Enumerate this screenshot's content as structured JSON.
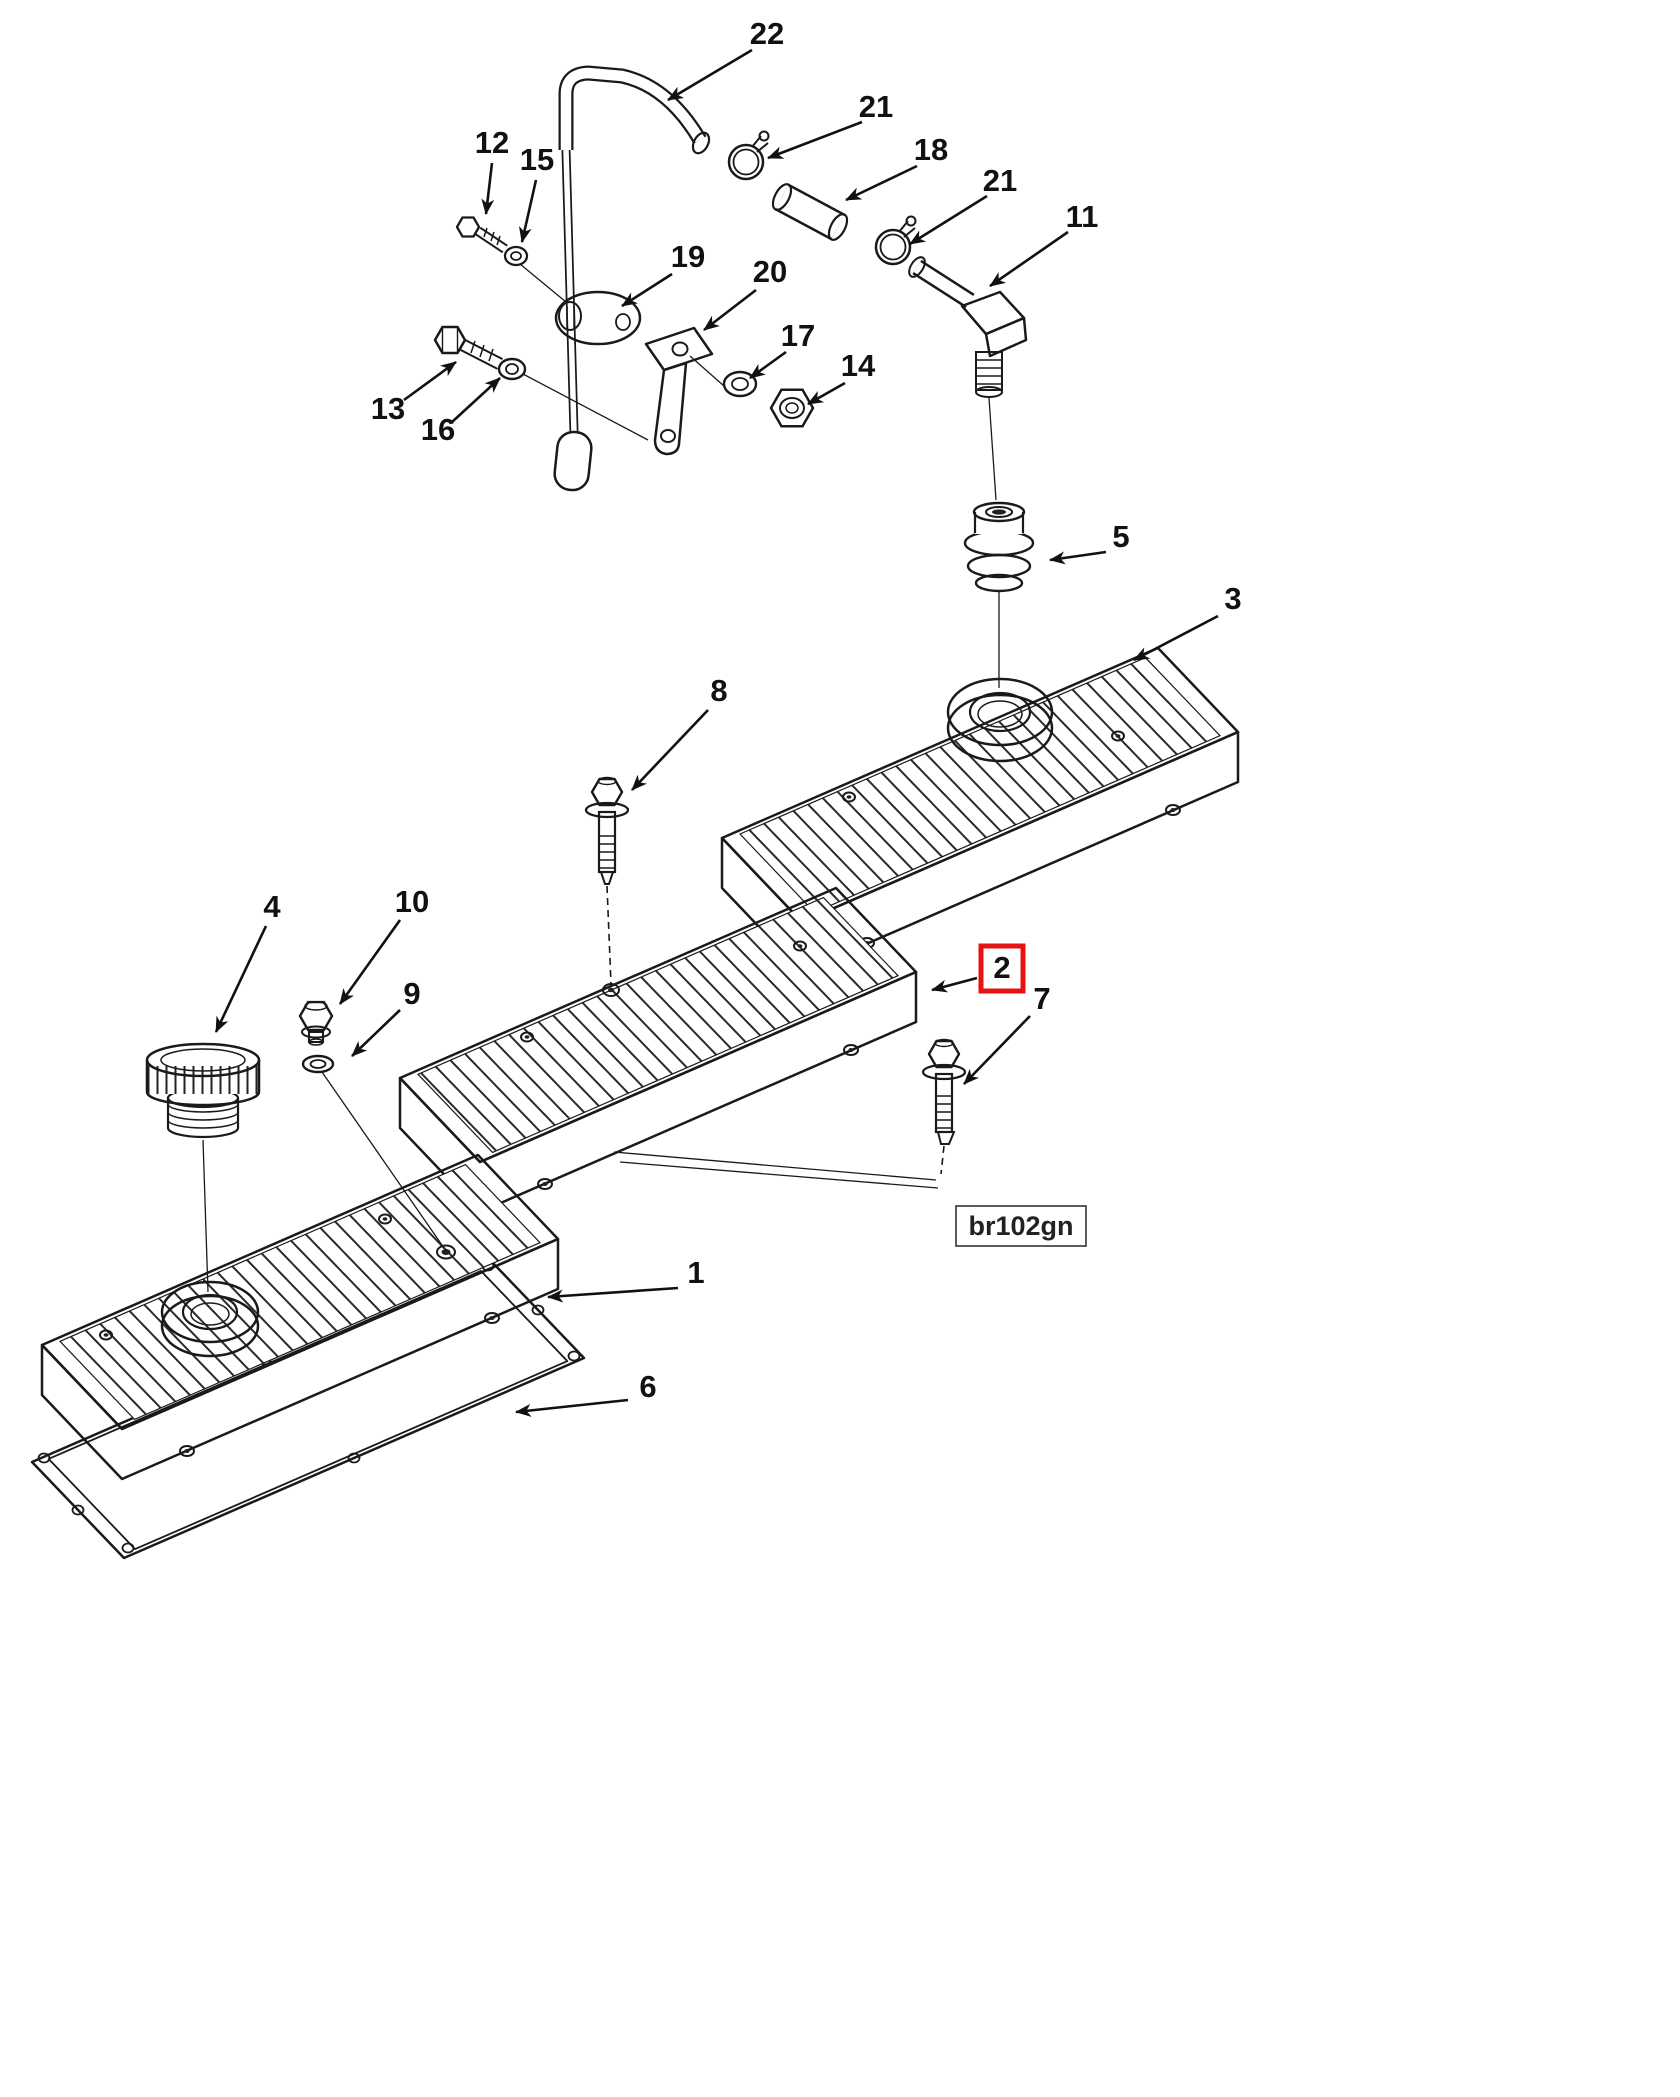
{
  "figure": {
    "ref_code": "br102gn",
    "highlight_color": "#e51414",
    "line_color": "#1a1a1a",
    "background": "#ffffff"
  },
  "callouts": [
    {
      "num": "22",
      "highlighted": false
    },
    {
      "num": "21",
      "highlighted": false
    },
    {
      "num": "18",
      "highlighted": false
    },
    {
      "num": "21",
      "highlighted": false
    },
    {
      "num": "11",
      "highlighted": false
    },
    {
      "num": "12",
      "highlighted": false
    },
    {
      "num": "15",
      "highlighted": false
    },
    {
      "num": "19",
      "highlighted": false
    },
    {
      "num": "20",
      "highlighted": false
    },
    {
      "num": "17",
      "highlighted": false
    },
    {
      "num": "14",
      "highlighted": false
    },
    {
      "num": "13",
      "highlighted": false
    },
    {
      "num": "16",
      "highlighted": false
    },
    {
      "num": "5",
      "highlighted": false
    },
    {
      "num": "3",
      "highlighted": false
    },
    {
      "num": "8",
      "highlighted": false
    },
    {
      "num": "2",
      "highlighted": true
    },
    {
      "num": "7",
      "highlighted": false
    },
    {
      "num": "4",
      "highlighted": false
    },
    {
      "num": "10",
      "highlighted": false
    },
    {
      "num": "9",
      "highlighted": false
    },
    {
      "num": "1",
      "highlighted": false
    },
    {
      "num": "6",
      "highlighted": false
    }
  ]
}
